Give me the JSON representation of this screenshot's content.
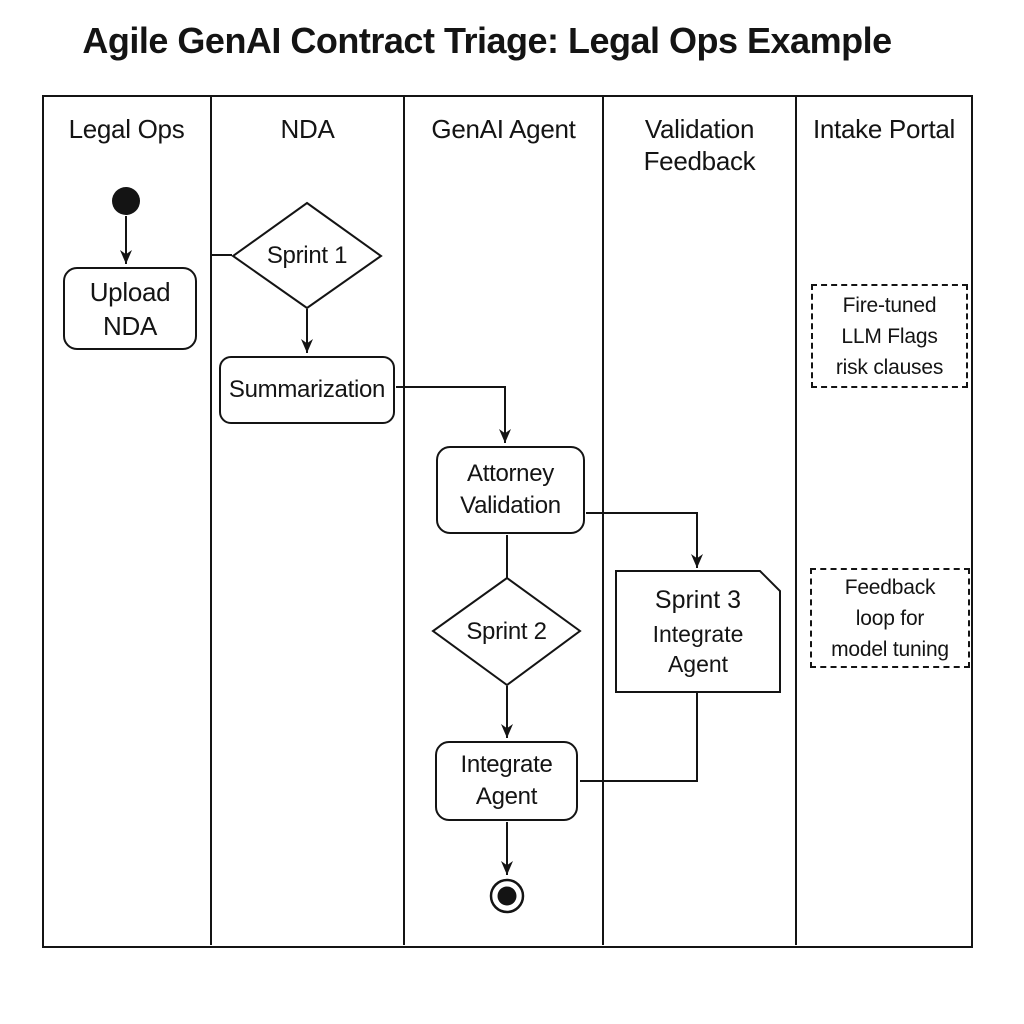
{
  "title": "Agile GenAI Contract Triage: Legal Ops Example",
  "lanes": [
    {
      "label": "Legal Ops"
    },
    {
      "label": "NDA"
    },
    {
      "label": "GenAI Agent"
    },
    {
      "label": "Validation Feedback"
    },
    {
      "label": "Intake Portal"
    }
  ],
  "nodes": {
    "upload_nda": {
      "line1": "Upload",
      "line2": "NDA"
    },
    "sprint1": {
      "label": "Sprint 1"
    },
    "summarization": {
      "label": "Summarization"
    },
    "attorney_validation": {
      "line1": "Attorney",
      "line2": "Validation"
    },
    "sprint2": {
      "label": "Sprint 2"
    },
    "sprint3_note": {
      "title": "Sprint 3",
      "line1": "Integrate",
      "line2": "Agent"
    },
    "integrate_agent": {
      "line1": "Integrate",
      "line2": "Agent"
    }
  },
  "annotations": {
    "fine_tuned": {
      "line1": "Fire-tuned",
      "line2": "LLM Flags",
      "line3": "risk clauses"
    },
    "feedback_loop": {
      "line1": "Feedback",
      "line2": "loop for",
      "line3": "model tuning"
    }
  },
  "colors": {
    "line": "#141414",
    "background": "#ffffff"
  }
}
